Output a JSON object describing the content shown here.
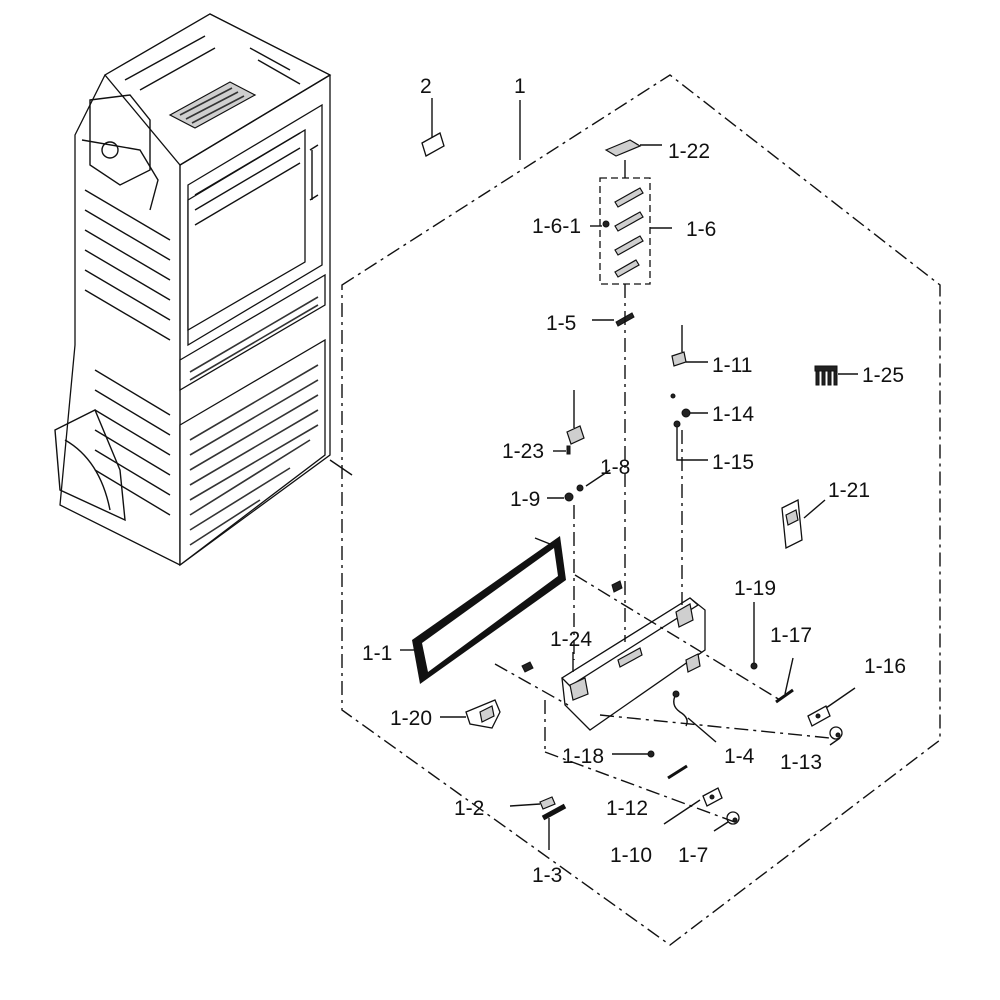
{
  "diagram": {
    "labels": {
      "l2": "2",
      "l1": "1",
      "l1_22": "1-22",
      "l1_6_1": "1-6-1",
      "l1_6": "1-6",
      "l1_5": "1-5",
      "l1_11": "1-11",
      "l1_25": "1-25",
      "l1_14": "1-14",
      "l1_23": "1-23",
      "l1_15": "1-15",
      "l1_8": "1-8",
      "l1_9": "1-9",
      "l1_21": "1-21",
      "l1_19": "1-19",
      "l1_24": "1-24",
      "l1_17": "1-17",
      "l1_1": "1-1",
      "l1_16": "1-16",
      "l1_20": "1-20",
      "l1_18": "1-18",
      "l1_4": "1-4",
      "l1_13": "1-13",
      "l1_2": "1-2",
      "l1_12": "1-12",
      "l1_10": "1-10",
      "l1_7": "1-7",
      "l1_3": "1-3"
    }
  }
}
